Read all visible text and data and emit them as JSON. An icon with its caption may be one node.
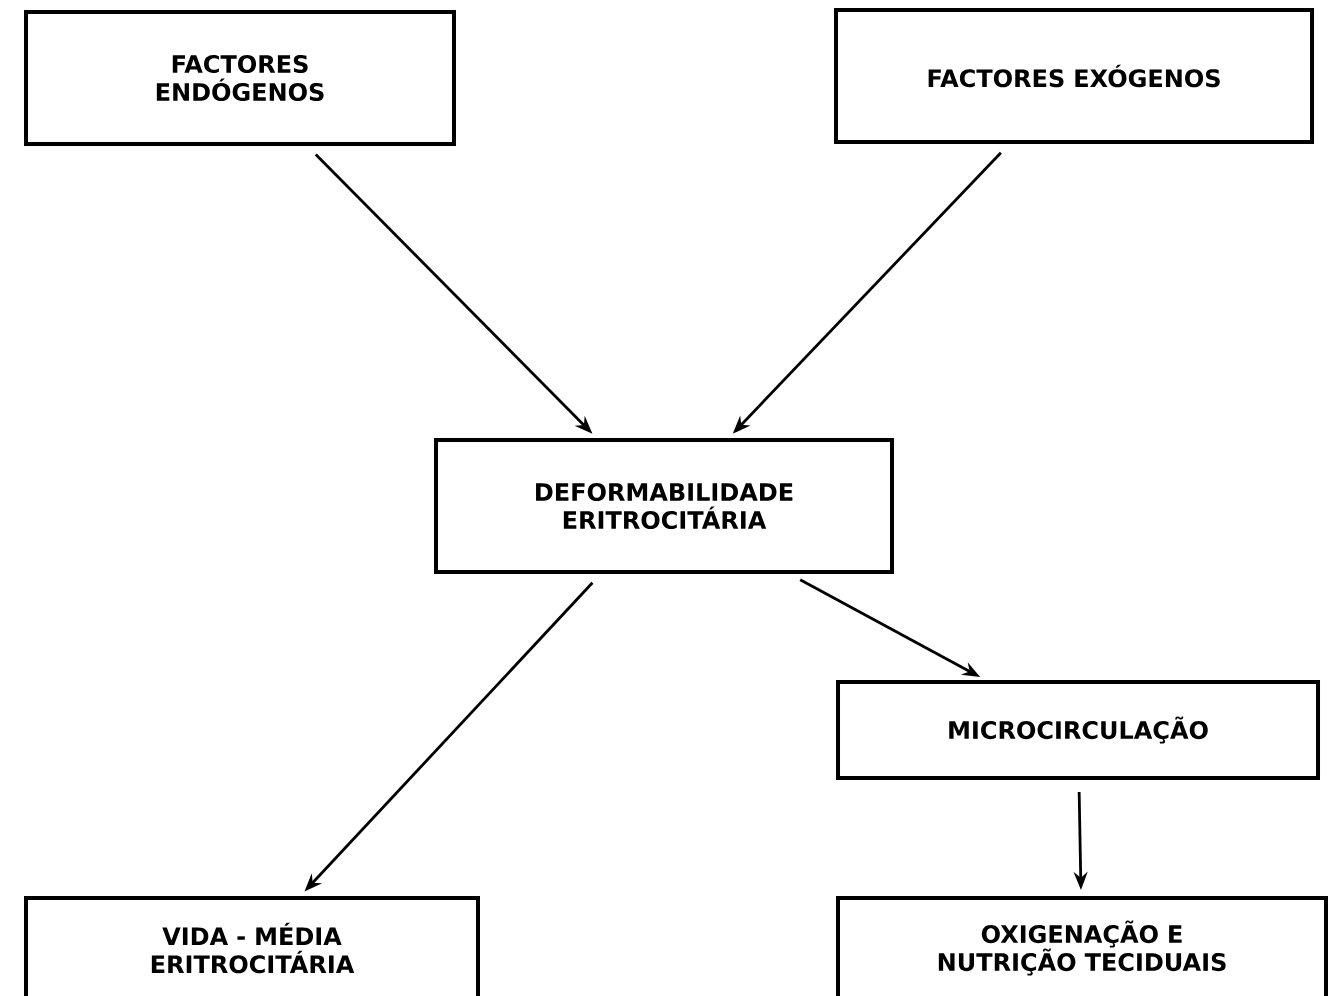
{
  "diagram": {
    "nodes": [
      {
        "text": [
          "FACTORES ENDÓGENOS"
        ]
      },
      {
        "text": [
          "FACTORES EXÓGENOS"
        ]
      },
      {
        "text": [
          "DEFORMABILIDADE ERITROCITÁRIA"
        ]
      },
      {
        "text": [
          "MICROCIRCULAÇÃO"
        ]
      },
      {
        "text": [
          "VIDA - MÉDIA ERITROCITÁRIA"
        ]
      },
      {
        "text": [
          "OXIGENAÇÃO E NUTRIÇÃO TECIDUAIS"
        ]
      }
    ],
    "edges": [
      {
        "from": 0,
        "to": 2,
        "arrow": "to"
      },
      {
        "from": 1,
        "to": 2,
        "arrow": "to"
      },
      {
        "from": 2,
        "to": 4,
        "arrow": "to"
      },
      {
        "from": 2,
        "to": 3,
        "arrow": "to"
      },
      {
        "from": 3,
        "to": 5,
        "arrow": "to"
      }
    ]
  }
}
